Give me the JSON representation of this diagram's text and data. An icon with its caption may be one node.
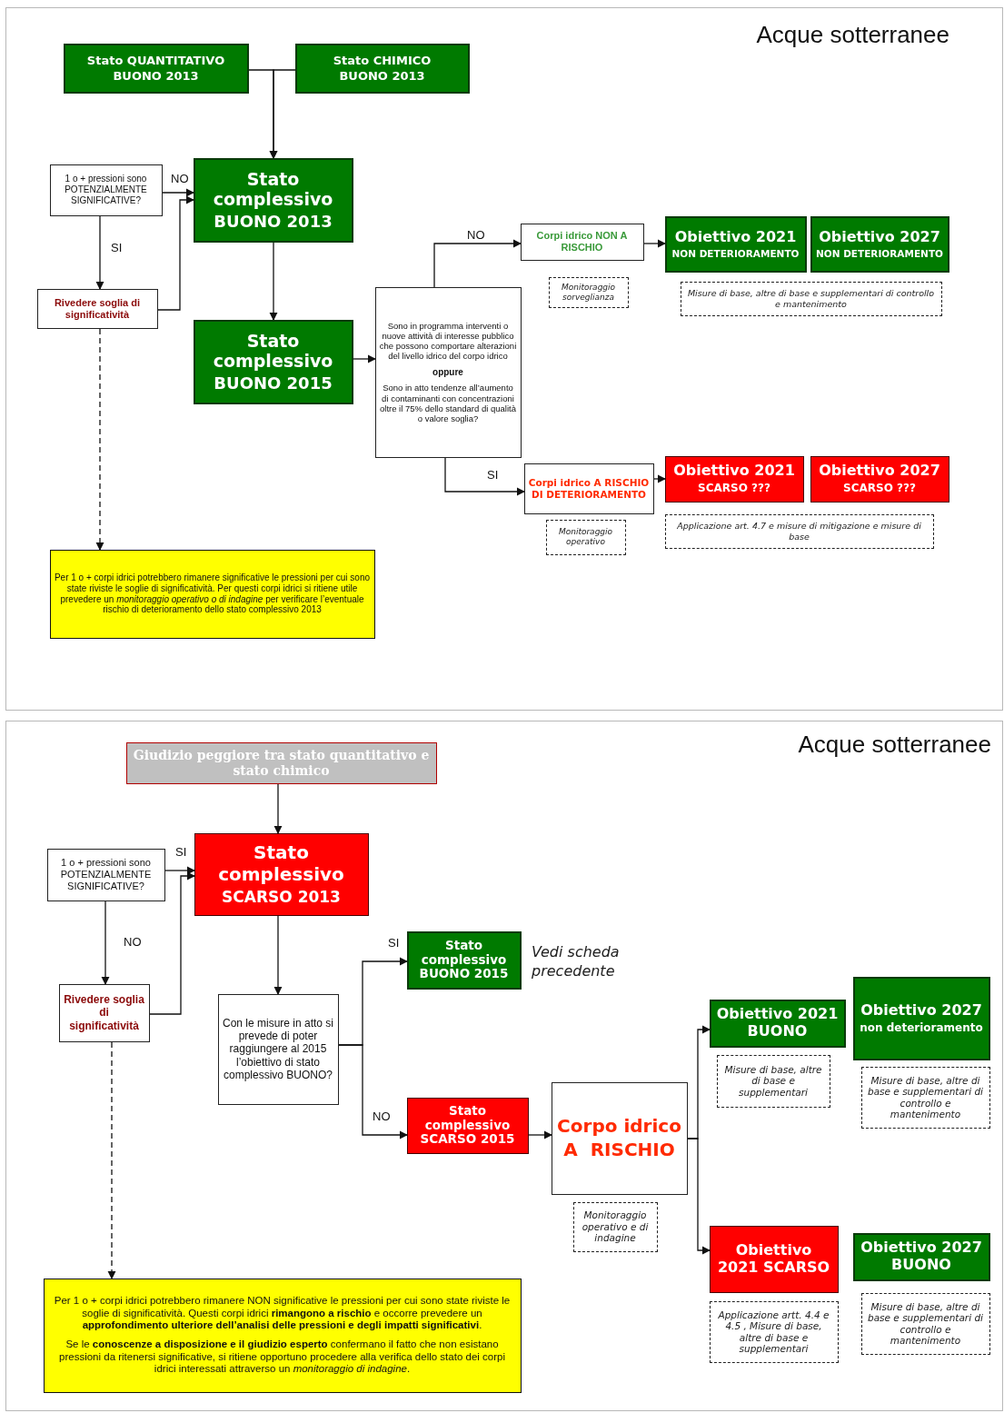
{
  "diagram": {
    "nodes": [
      {
        "text": [
          "Acque sotterranee"
        ]
      },
      {
        "text": [
          "Stato QUANTITATIVO",
          "BUONO 2013"
        ],
        "in": 0
      },
      {
        "text": [
          "Stato CHIMICO",
          "BUONO 2013"
        ],
        "in": 0
      },
      {
        "text": [
          "1 o + pressioni sono POTENZIALMENTE SIGNIFICATIVE?"
        ],
        "in": 0
      },
      {
        "text": [
          "Stato complessivo",
          "BUONO 2013"
        ],
        "in": 0
      },
      {
        "text": [
          "Rivedere soglia di significatività"
        ],
        "in": 0
      },
      {
        "text": [
          "Stato complessivo",
          "BUONO 2015"
        ],
        "in": 0
      },
      {
        "text": [
          "Sono in programma interventi o nuove attività di interesse pubblico che possono comportare alterazioni del livello idrico del corpo idrico",
          "oppure",
          "Sono in atto tendenze all’aumento di contaminanti con concentrazioni oltre il 75% dello standard di qualità o valore soglia?"
        ],
        "in": 0
      },
      {
        "text": [
          "Corpi idrico NON A RISCHIO"
        ],
        "in": 0
      },
      {
        "text": [
          "Monitoraggio sorveglianza"
        ],
        "in": 0
      },
      {
        "text": [
          "Obiettivo 2021",
          "NON DETERIORAMENTO"
        ],
        "in": 0
      },
      {
        "text": [
          "Obiettivo 2027",
          "NON DETERIORAMENTO"
        ],
        "in": 0
      },
      {
        "text": [
          "Misure di base, altre di base e supplementari di controllo e mantenimento"
        ],
        "in": 0
      },
      {
        "text": [
          "Corpi idrico A RISCHIO DI DETERIORAMENTO"
        ],
        "in": 0
      },
      {
        "text": [
          "Monitoraggio operativo"
        ],
        "in": 0
      },
      {
        "text": [
          "Obiettivo 2021",
          "SCARSO ???"
        ],
        "in": 0
      },
      {
        "text": [
          "Obiettivo 2027",
          "SCARSO ???"
        ],
        "in": 0
      },
      {
        "text": [
          "Applicazione art. 4.7 e misure di mitigazione e misure di base"
        ],
        "in": 0
      },
      {
        "text": [
          "Per 1 o + corpi idrici potrebbero rimanere significative le pressioni per cui sono state riviste le soglie di significatività. Per questi corpi idrici si ritiene utile prevedere un *monitoraggio operativo o di indagine* per verificare l’eventuale rischio di deterioramento dello stato complessivo 2013"
        ],
        "in": 0
      },
      {
        "text": [
          "Acque sotterranee"
        ]
      },
      {
        "text": [
          "Giudizio peggiore tra stato quantitativo e stato chimico"
        ],
        "in": 19
      },
      {
        "text": [
          "1 o + pressioni sono POTENZIALMENTE SIGNIFICATIVE?"
        ],
        "in": 19
      },
      {
        "text": [
          "Stato complessivo",
          "SCARSO 2013"
        ],
        "in": 19
      },
      {
        "text": [
          "Rivedere soglia di significatività"
        ],
        "in": 19
      },
      {
        "text": [
          "Con le misure in atto si prevede di poter raggiungere al 2015 l’obiettivo di stato complessivo BUONO?"
        ],
        "in": 19
      },
      {
        "text": [
          "Stato complessivo BUONO 2015"
        ],
        "in": 19,
        "beside": [
          "Vedi scheda precedente"
        ]
      },
      {
        "text": [
          "Stato complessivo SCARSO 2015"
        ],
        "in": 19
      },
      {
        "text": [
          "Corpo idrico",
          "A  RISCHIO"
        ],
        "in": 19
      },
      {
        "text": [
          "Monitoraggio operativo e di indagine"
        ],
        "in": 19
      },
      {
        "text": [
          "Obiettivo 2021 BUONO"
        ],
        "in": 19
      },
      {
        "text": [
          "Misure di base, altre di base e supplementari"
        ],
        "in": 19
      },
      {
        "text": [
          "Obiettivo 2027",
          "non deterioramento"
        ],
        "in": 19
      },
      {
        "text": [
          "Misure di base, altre di base e supplementari di controllo e mantenimento"
        ],
        "in": 19
      },
      {
        "text": [
          "Obiettivo 2021 SCARSO"
        ],
        "in": 19
      },
      {
        "text": [
          "Applicazione artt. 4.4 e 4.5 , Misure di base, altre di base e supplementari"
        ],
        "in": 19
      },
      {
        "text": [
          "Obiettivo 2027 BUONO"
        ],
        "in": 19
      },
      {
        "text": [
          "Misure di base, altre di base e supplementari di controllo e mantenimento"
        ],
        "in": 19
      },
      {
        "text": [
          "Per 1 o + corpi idrici potrebbero rimanere NON significative le pressioni per cui sono state riviste le soglie di significatività. Questi corpi idrici **rimangono a rischio** e occorre prevedere un **approfondimento ulteriore dell’analisi delle pressioni e degli impatti significativi**.",
          "Se le **conoscenze a disposizione e il giudizio esperto** confermano il fatto che non esistano pressioni da ritenersi significative, si ritiene opportuno procedere alla verifica dello stato dei corpi idrici interessati attraverso un *monitoraggio di indagine*."
        ],
        "in": 19
      }
    ],
    "edges": [
      {
        "from": 1,
        "to": 4,
        "arrow": "to"
      },
      {
        "from": 2,
        "to": 4,
        "arrow": "to"
      },
      {
        "from": 3,
        "to": 4,
        "arrow": "to",
        "label": "NO"
      },
      {
        "from": 3,
        "to": 5,
        "arrow": "to",
        "label": "SI"
      },
      {
        "from": 5,
        "to": 4,
        "arrow": "to"
      },
      {
        "from": 4,
        "to": 6,
        "arrow": "to"
      },
      {
        "from": 6,
        "to": 7,
        "arrow": "to"
      },
      {
        "from": 7,
        "to": 8,
        "arrow": "to",
        "label": "NO"
      },
      {
        "from": 8,
        "to": 10,
        "arrow": "to"
      },
      {
        "from": 7,
        "to": 13,
        "arrow": "to",
        "label": "SI"
      },
      {
        "from": 13,
        "to": 15,
        "arrow": "to"
      },
      {
        "from": 5,
        "to": 18,
        "arrow": "to",
        "style": "dashed"
      },
      {
        "from": 20,
        "to": 22,
        "arrow": "to"
      },
      {
        "from": 21,
        "to": 22,
        "arrow": "to",
        "label": "SI"
      },
      {
        "from": 21,
        "to": 23,
        "arrow": "to",
        "label": "NO"
      },
      {
        "from": 23,
        "to": 22,
        "arrow": "to"
      },
      {
        "from": 22,
        "to": 24,
        "arrow": "to"
      },
      {
        "from": 24,
        "to": 25,
        "arrow": "to",
        "label": "SI"
      },
      {
        "from": 24,
        "to": 26,
        "arrow": "to",
        "label": "NO"
      },
      {
        "from": 26,
        "to": 27,
        "arrow": "to"
      },
      {
        "from": 27,
        "to": 29,
        "arrow": "to"
      },
      {
        "from": 27,
        "to": 33,
        "arrow": "to"
      },
      {
        "from": 23,
        "to": 37,
        "arrow": "to",
        "style": "dashed"
      }
    ]
  }
}
